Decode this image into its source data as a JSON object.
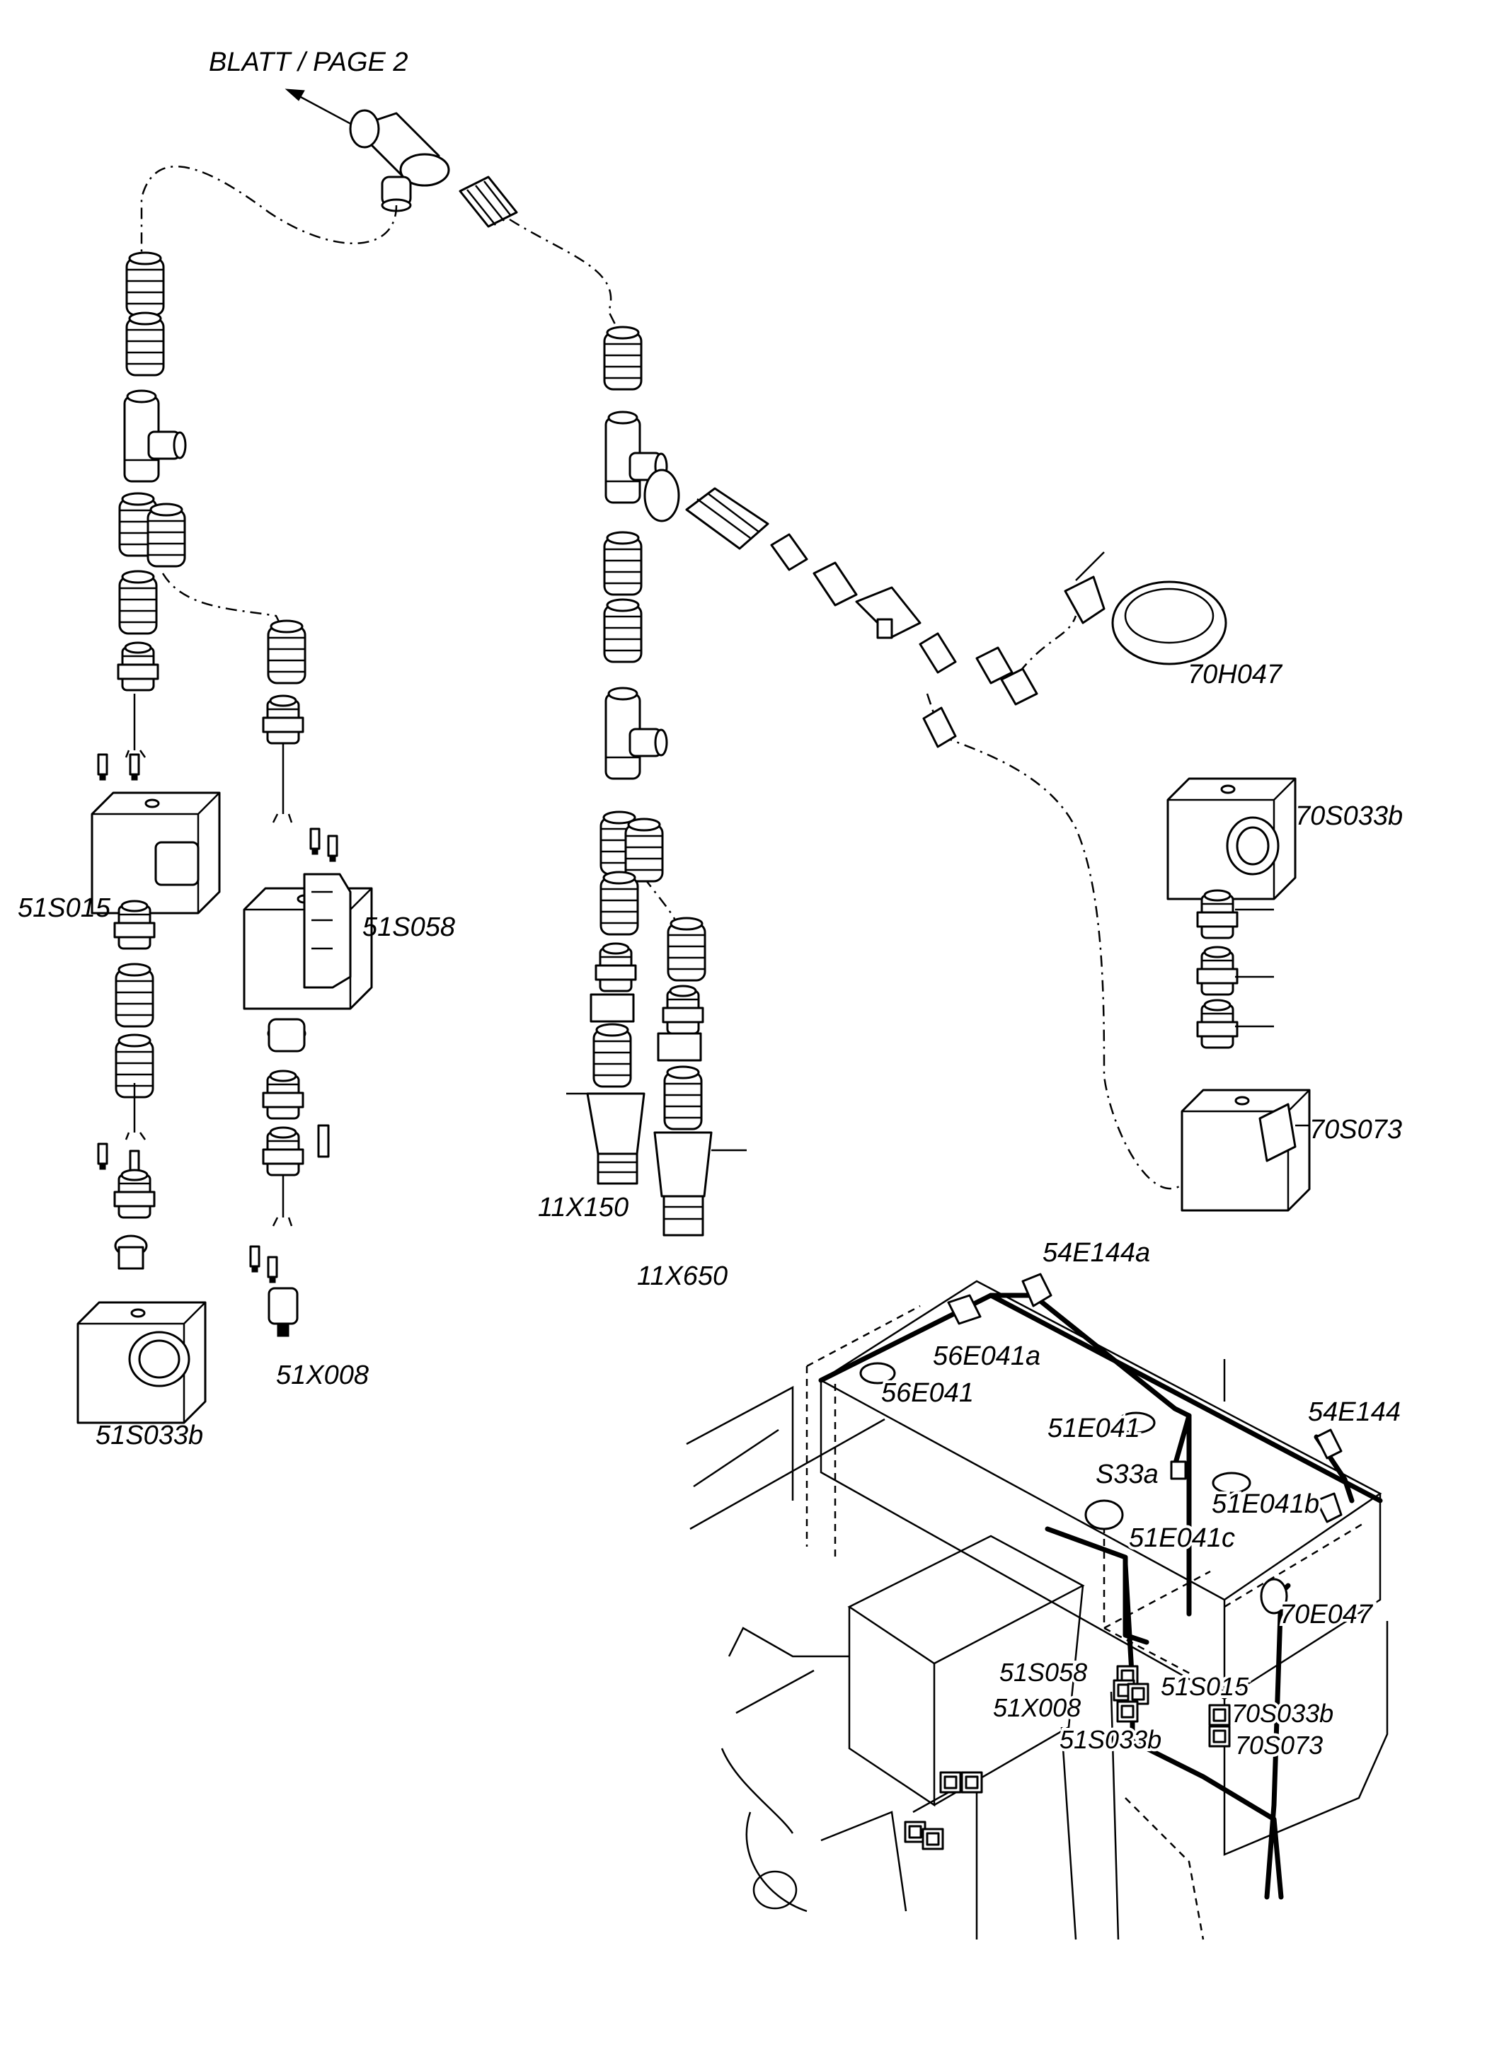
{
  "header": {
    "page_reference": "BLATT / PAGE 2"
  },
  "exploded_view": {
    "labels": {
      "horn": "70H047",
      "switch_70s033b": "70S033b",
      "switch_70s073": "70S073",
      "switch_51s015": "51S015",
      "switch_51s058": "51S058",
      "switch_51s033b": "51S033b",
      "connector_51x008": "51X008",
      "connector_11x150": "11X150",
      "connector_11x650": "11X650"
    }
  },
  "installation_view": {
    "labels": {
      "l_54e144a": "54E144a",
      "l_56e041a": "56E041a",
      "l_56e041": "56E041",
      "l_51e041": "51E041",
      "l_54e144": "54E144",
      "l_s33a": "S33a",
      "l_51e041b": "51E041b",
      "l_51e041c": "51E041c",
      "l_70e047": "70E047",
      "l_51s058": "51S058",
      "l_51s015": "51S015",
      "l_51x008": "51X008",
      "l_70s033b": "70S033b",
      "l_51s033b": "51S033b",
      "l_70s073": "70S073"
    }
  }
}
